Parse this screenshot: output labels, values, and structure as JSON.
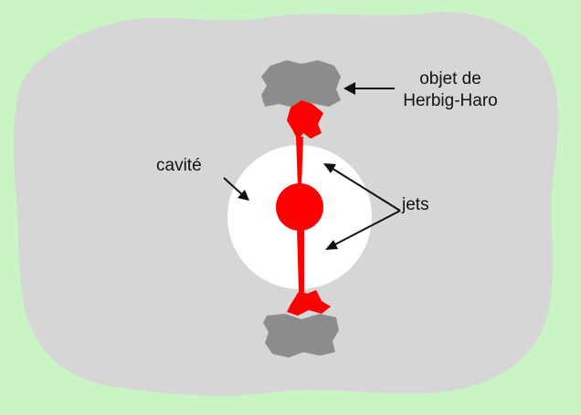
{
  "colors": {
    "background": "#c9f5c4",
    "cloud": "#d6d6d6",
    "cavity": "#ffffff",
    "jet": "#ff0000",
    "hh_object": "#8c8c8c",
    "arrow": "#111111"
  },
  "labels": {
    "hh_object_line1": "objet de",
    "hh_object_line2": "Herbig-Haro",
    "cavity": "cavité",
    "jets": "jets"
  }
}
